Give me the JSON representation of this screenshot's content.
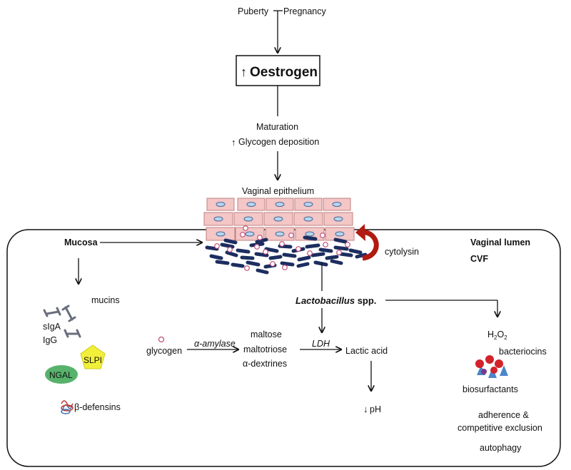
{
  "top": {
    "puberty": "Puberty",
    "pregnancy": "Pregnancy",
    "oestrogen_arrow": "↑",
    "oestrogen": "Oestrogen",
    "maturation": "Maturation",
    "glycogen_arrow": "↑",
    "glycogen_deposition": "Glycogen deposition",
    "vaginal_epithelium": "Vaginal epithelium"
  },
  "lumen": {
    "mucosa": "Mucosa",
    "vaginal_lumen": "Vaginal lumen",
    "cvf": "CVF",
    "cytolysin": "cytolysin",
    "lactobacillus": "Lactobacillus",
    "spp": " spp."
  },
  "mucosa_items": {
    "mucins": "mucins",
    "sIgA": "sIgA",
    "IgG": "IgG",
    "slpi": "SLPI",
    "ngal": "NGAL",
    "beta_defensins": "β-defensins"
  },
  "metabolism": {
    "glycogen": "glycogen",
    "alpha_amylase": "α-amylase",
    "maltose": "maltose",
    "maltotriose": "maltotriose",
    "alpha_dextrines": "α-dextrines",
    "ldh": "LDH",
    "lactic_acid": "Lactic acid",
    "ph_arrow": "↓",
    "ph": "pH"
  },
  "effects": {
    "h2o2_h": "H",
    "h2o2_2a": "2",
    "h2o2_o": "O",
    "h2o2_2b": "2",
    "bacteriocins": "bacteriocins",
    "biosurfactants": "biosurfactants",
    "adherence": "adherence &",
    "competitive_exclusion": "competitive exclusion",
    "autophagy": "autophagy"
  },
  "colors": {
    "cell_fill": "#f4c6c6",
    "cell_stroke": "#c08080",
    "nucleus_fill": "#b8d4ec",
    "nucleus_stroke": "#4a6a9a",
    "bacteria": "#1c2e60",
    "glycogen_granule_stroke": "#c0507a",
    "cytolysin_arrow": "#b11a10",
    "slpi_fill": "#f2ef3a",
    "ngal_fill": "#57b26b",
    "antibody": "#6a6e7c"
  }
}
